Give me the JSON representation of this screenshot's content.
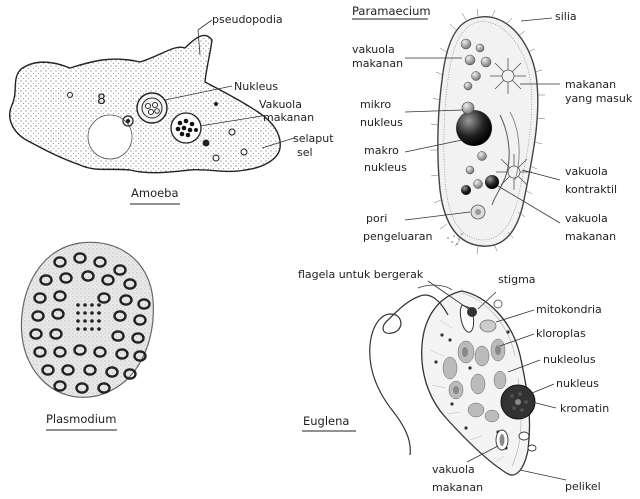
{
  "panels": {
    "amoeba": {
      "title": "Amoeba",
      "labels": {
        "pseudopodia": "pseudopodia",
        "nukleus": "Nukleus",
        "vakuola_1": "Vakuola",
        "vakuola_2": "makanan",
        "selaput_1": "selaput",
        "selaput_2": "sel"
      }
    },
    "paramaecium": {
      "title": "Paramaecium",
      "labels": {
        "silia": "silia",
        "vakuola_makanan_l1": "vakuola",
        "vakuola_makanan_l2": "makanan",
        "makanan_masuk_1": "makanan",
        "makanan_masuk_2": "yang masuk",
        "mikro_1": "mikro",
        "mikro_2": "nukleus",
        "makro_1": "makro",
        "makro_2": "nukleus",
        "kontraktil_1": "vakuola",
        "kontraktil_2": "kontraktil",
        "pori_1": "pori",
        "pori_2": "pengeluaran",
        "vakuola_makanan_r1": "vakuola",
        "vakuola_makanan_r2": "makanan"
      }
    },
    "plasmodium": {
      "title": "Plasmodium"
    },
    "euglena": {
      "title": "Euglena",
      "labels": {
        "flagela": "flagela untuk bergerak",
        "stigma": "stigma",
        "mitokondria": "mitokondria",
        "kloroplas": "kloroplas",
        "nukleolus": "nukleolus",
        "nukleus": "nukleus",
        "kromatin": "kromatin",
        "vakuola_1": "vakuola",
        "vakuola_2": "makanan",
        "pelikel": "pelikel"
      }
    }
  }
}
